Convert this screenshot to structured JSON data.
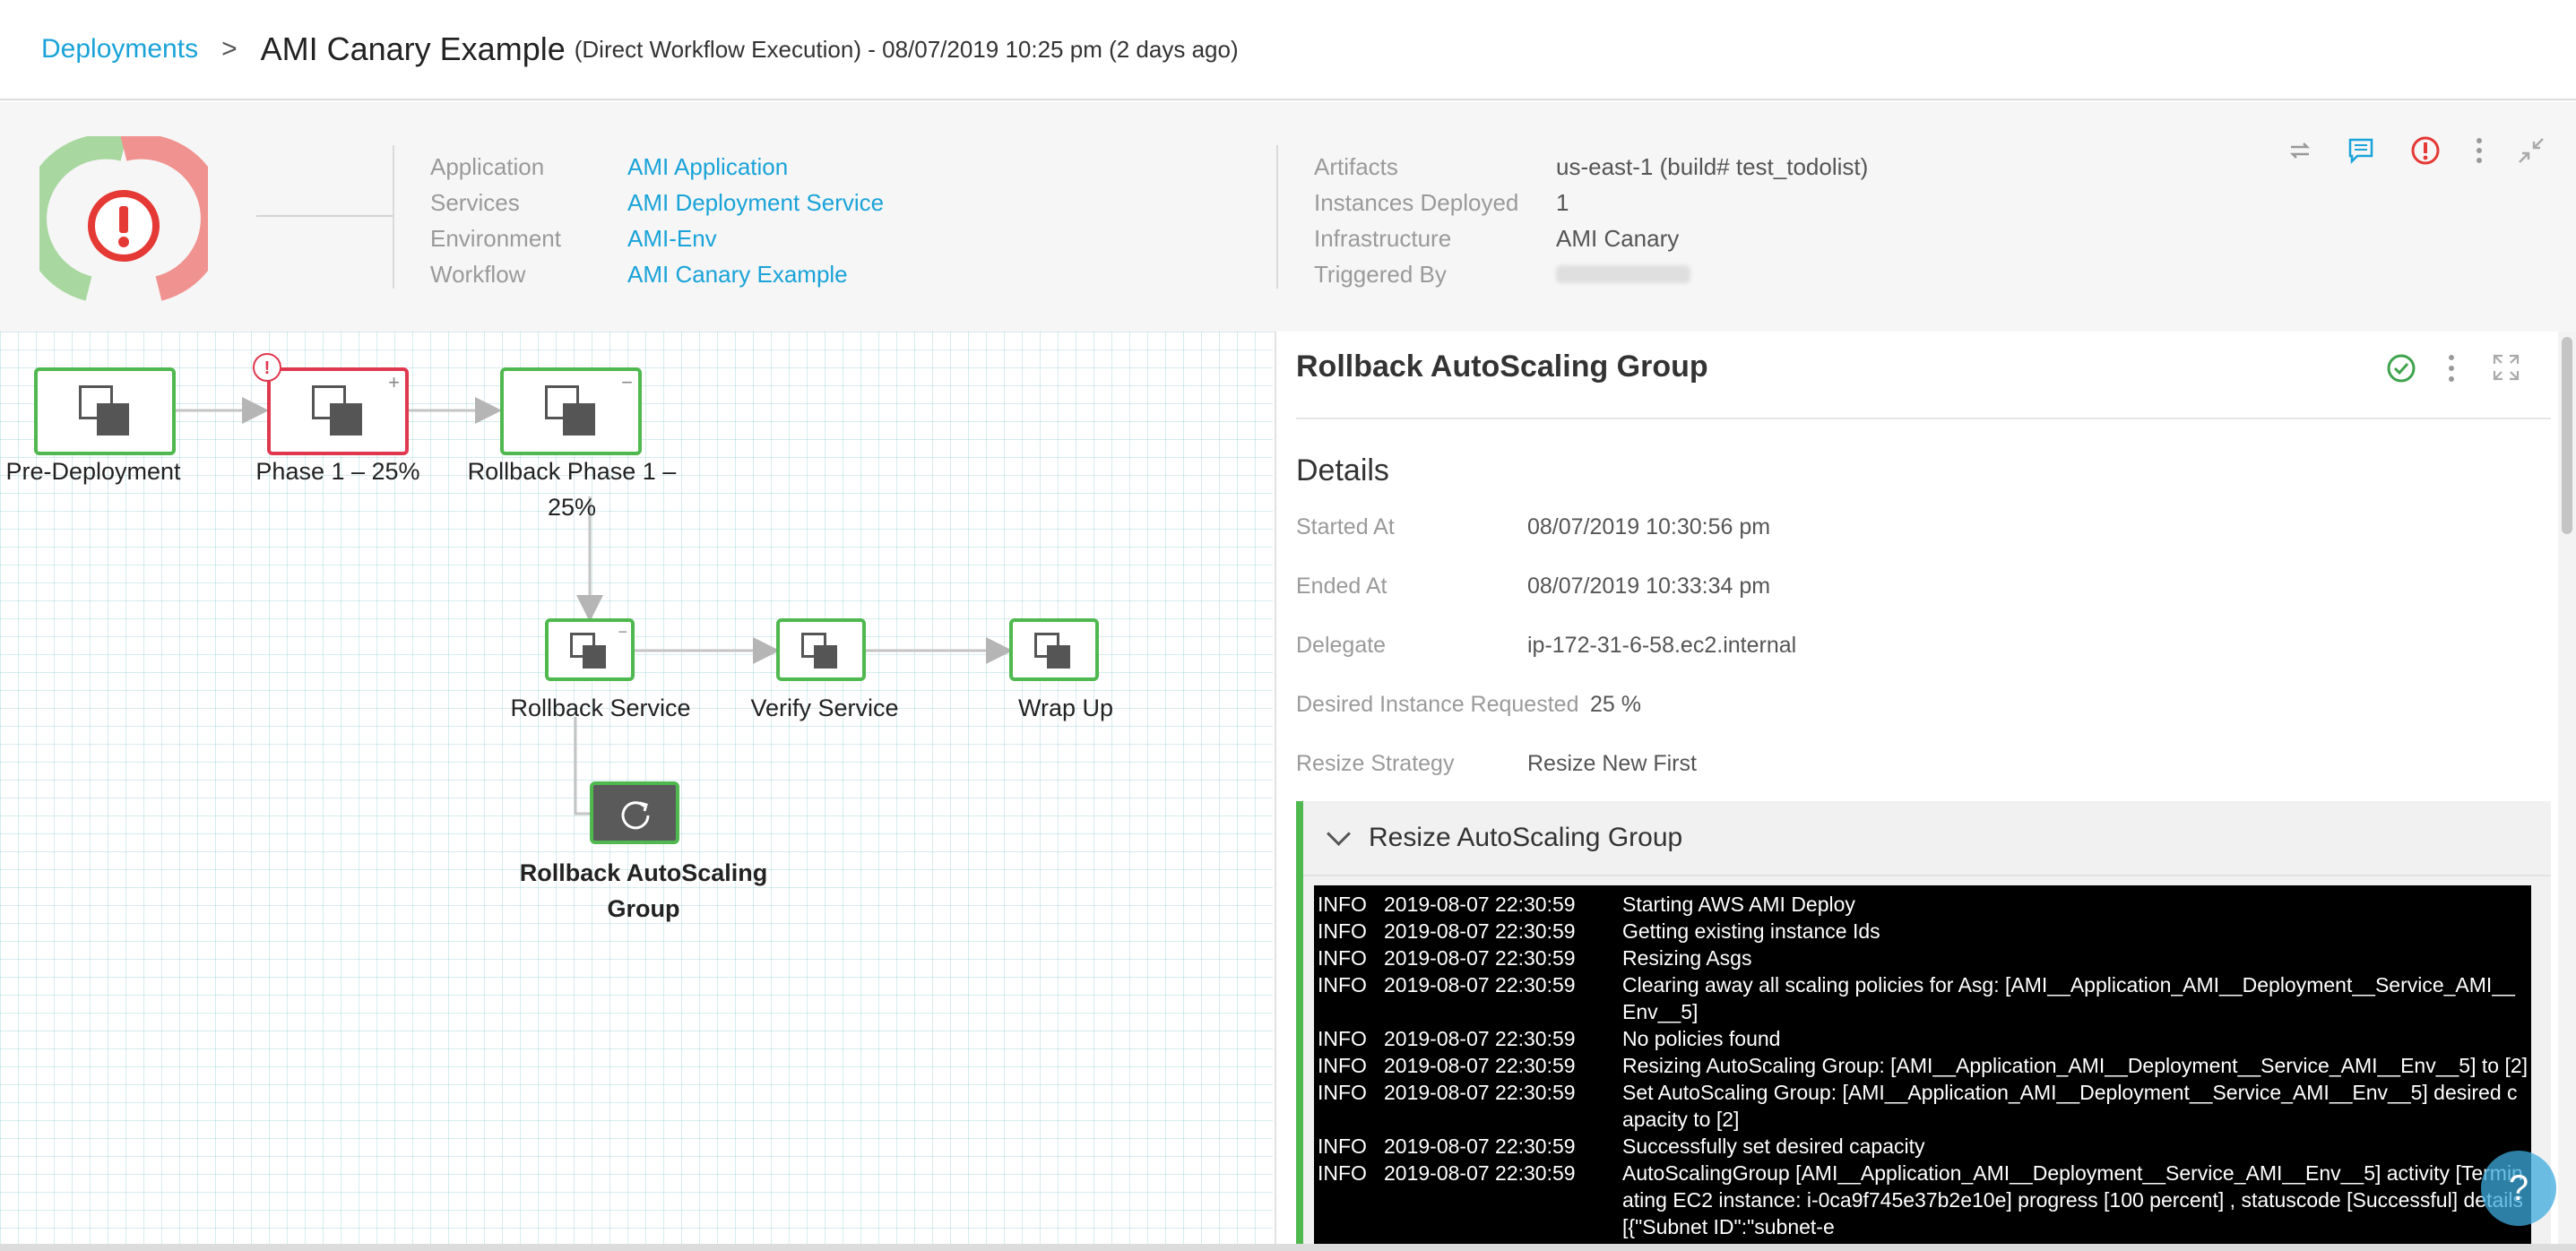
{
  "header": {
    "breadcrumb_root": "Deployments",
    "breadcrumb_sep": ">",
    "title": "AMI Canary Example",
    "subtitle": "(Direct Workflow Execution) - 08/07/2019 10:25 pm (2 days ago)"
  },
  "summary": {
    "gauge": {
      "success_color": "#a8d8a0",
      "fail_color": "#f0928f",
      "status_icon": "error-icon"
    },
    "left": [
      {
        "label": "Application",
        "value": "AMI Application"
      },
      {
        "label": "Services",
        "value": "AMI Deployment Service"
      },
      {
        "label": "Environment",
        "value": "AMI-Env"
      },
      {
        "label": "Workflow",
        "value": "AMI Canary Example"
      }
    ],
    "right": [
      {
        "label": "Artifacts",
        "value": "us-east-1 (build# test_todolist)"
      },
      {
        "label": "Instances Deployed",
        "value": "1"
      },
      {
        "label": "Infrastructure",
        "value": "AMI Canary"
      },
      {
        "label": "Triggered By",
        "value": ""
      }
    ],
    "toolbar_icons": [
      "rerun-icon",
      "comment-icon",
      "alert-icon",
      "more-vert-icon",
      "collapse-icon"
    ]
  },
  "graph": {
    "nodes": {
      "pre_deployment": "Pre-Deployment",
      "phase1": "Phase 1 – 25%",
      "rollback_phase1_a": "Rollback Phase 1 –",
      "rollback_phase1_b": "25%",
      "rollback_service": "Rollback Service",
      "verify_service": "Verify Service",
      "wrap_up": "Wrap Up",
      "rollback_asg_a": "Rollback AutoScaling",
      "rollback_asg_b": "Group"
    },
    "badges": {
      "phase1_error": "!",
      "phase1_expand": "+",
      "rollback_collapse": "−",
      "service_collapse": "−"
    }
  },
  "panel": {
    "title": "Rollback AutoScaling Group",
    "status_icon": "success-check-icon",
    "details_heading": "Details",
    "details": [
      {
        "label": "Started At",
        "value": "08/07/2019 10:30:56 pm"
      },
      {
        "label": "Ended At",
        "value": "08/07/2019 10:33:34 pm"
      },
      {
        "label": "Delegate",
        "value": "ip-172-31-6-58.ec2.internal"
      },
      {
        "label": "Desired Instance Requested",
        "value": "25 %"
      },
      {
        "label": "Resize Strategy",
        "value": "Resize New First"
      }
    ],
    "section_title": "Resize AutoScaling Group",
    "log": [
      {
        "level": "INFO",
        "ts": "2019-08-07 22:30:59",
        "msg": "Starting AWS AMI Deploy"
      },
      {
        "level": "INFO",
        "ts": "2019-08-07 22:30:59",
        "msg": "Getting existing instance Ids"
      },
      {
        "level": "INFO",
        "ts": "2019-08-07 22:30:59",
        "msg": "Resizing Asgs"
      },
      {
        "level": "INFO",
        "ts": "2019-08-07 22:30:59",
        "msg": "Clearing away all scaling policies for Asg: [AMI__Application_AMI__Deployment__Service_AMI__Env__5]"
      },
      {
        "level": "INFO",
        "ts": "2019-08-07 22:30:59",
        "msg": "No policies found"
      },
      {
        "level": "INFO",
        "ts": "2019-08-07 22:30:59",
        "msg": "Resizing AutoScaling Group: [AMI__Application_AMI__Deployment__Service_AMI__Env__5] to [2]"
      },
      {
        "level": "INFO",
        "ts": "2019-08-07 22:30:59",
        "msg": "Set AutoScaling Group: [AMI__Application_AMI__Deployment__Service_AMI__Env__5] desired capacity to [2]"
      },
      {
        "level": "INFO",
        "ts": "2019-08-07 22:30:59",
        "msg": "Successfully set desired capacity"
      },
      {
        "level": "INFO",
        "ts": "2019-08-07 22:30:59",
        "msg": "AutoScalingGroup [AMI__Application_AMI__Deployment__Service_AMI__Env__5] activity [Terminating EC2 instance: i-0ca9f745e37b2e10e] progress [100 percent] , statuscode [Successful]  details [{\"Subnet ID\":\"subnet-e"
      }
    ]
  },
  "help": {
    "label": "?"
  }
}
